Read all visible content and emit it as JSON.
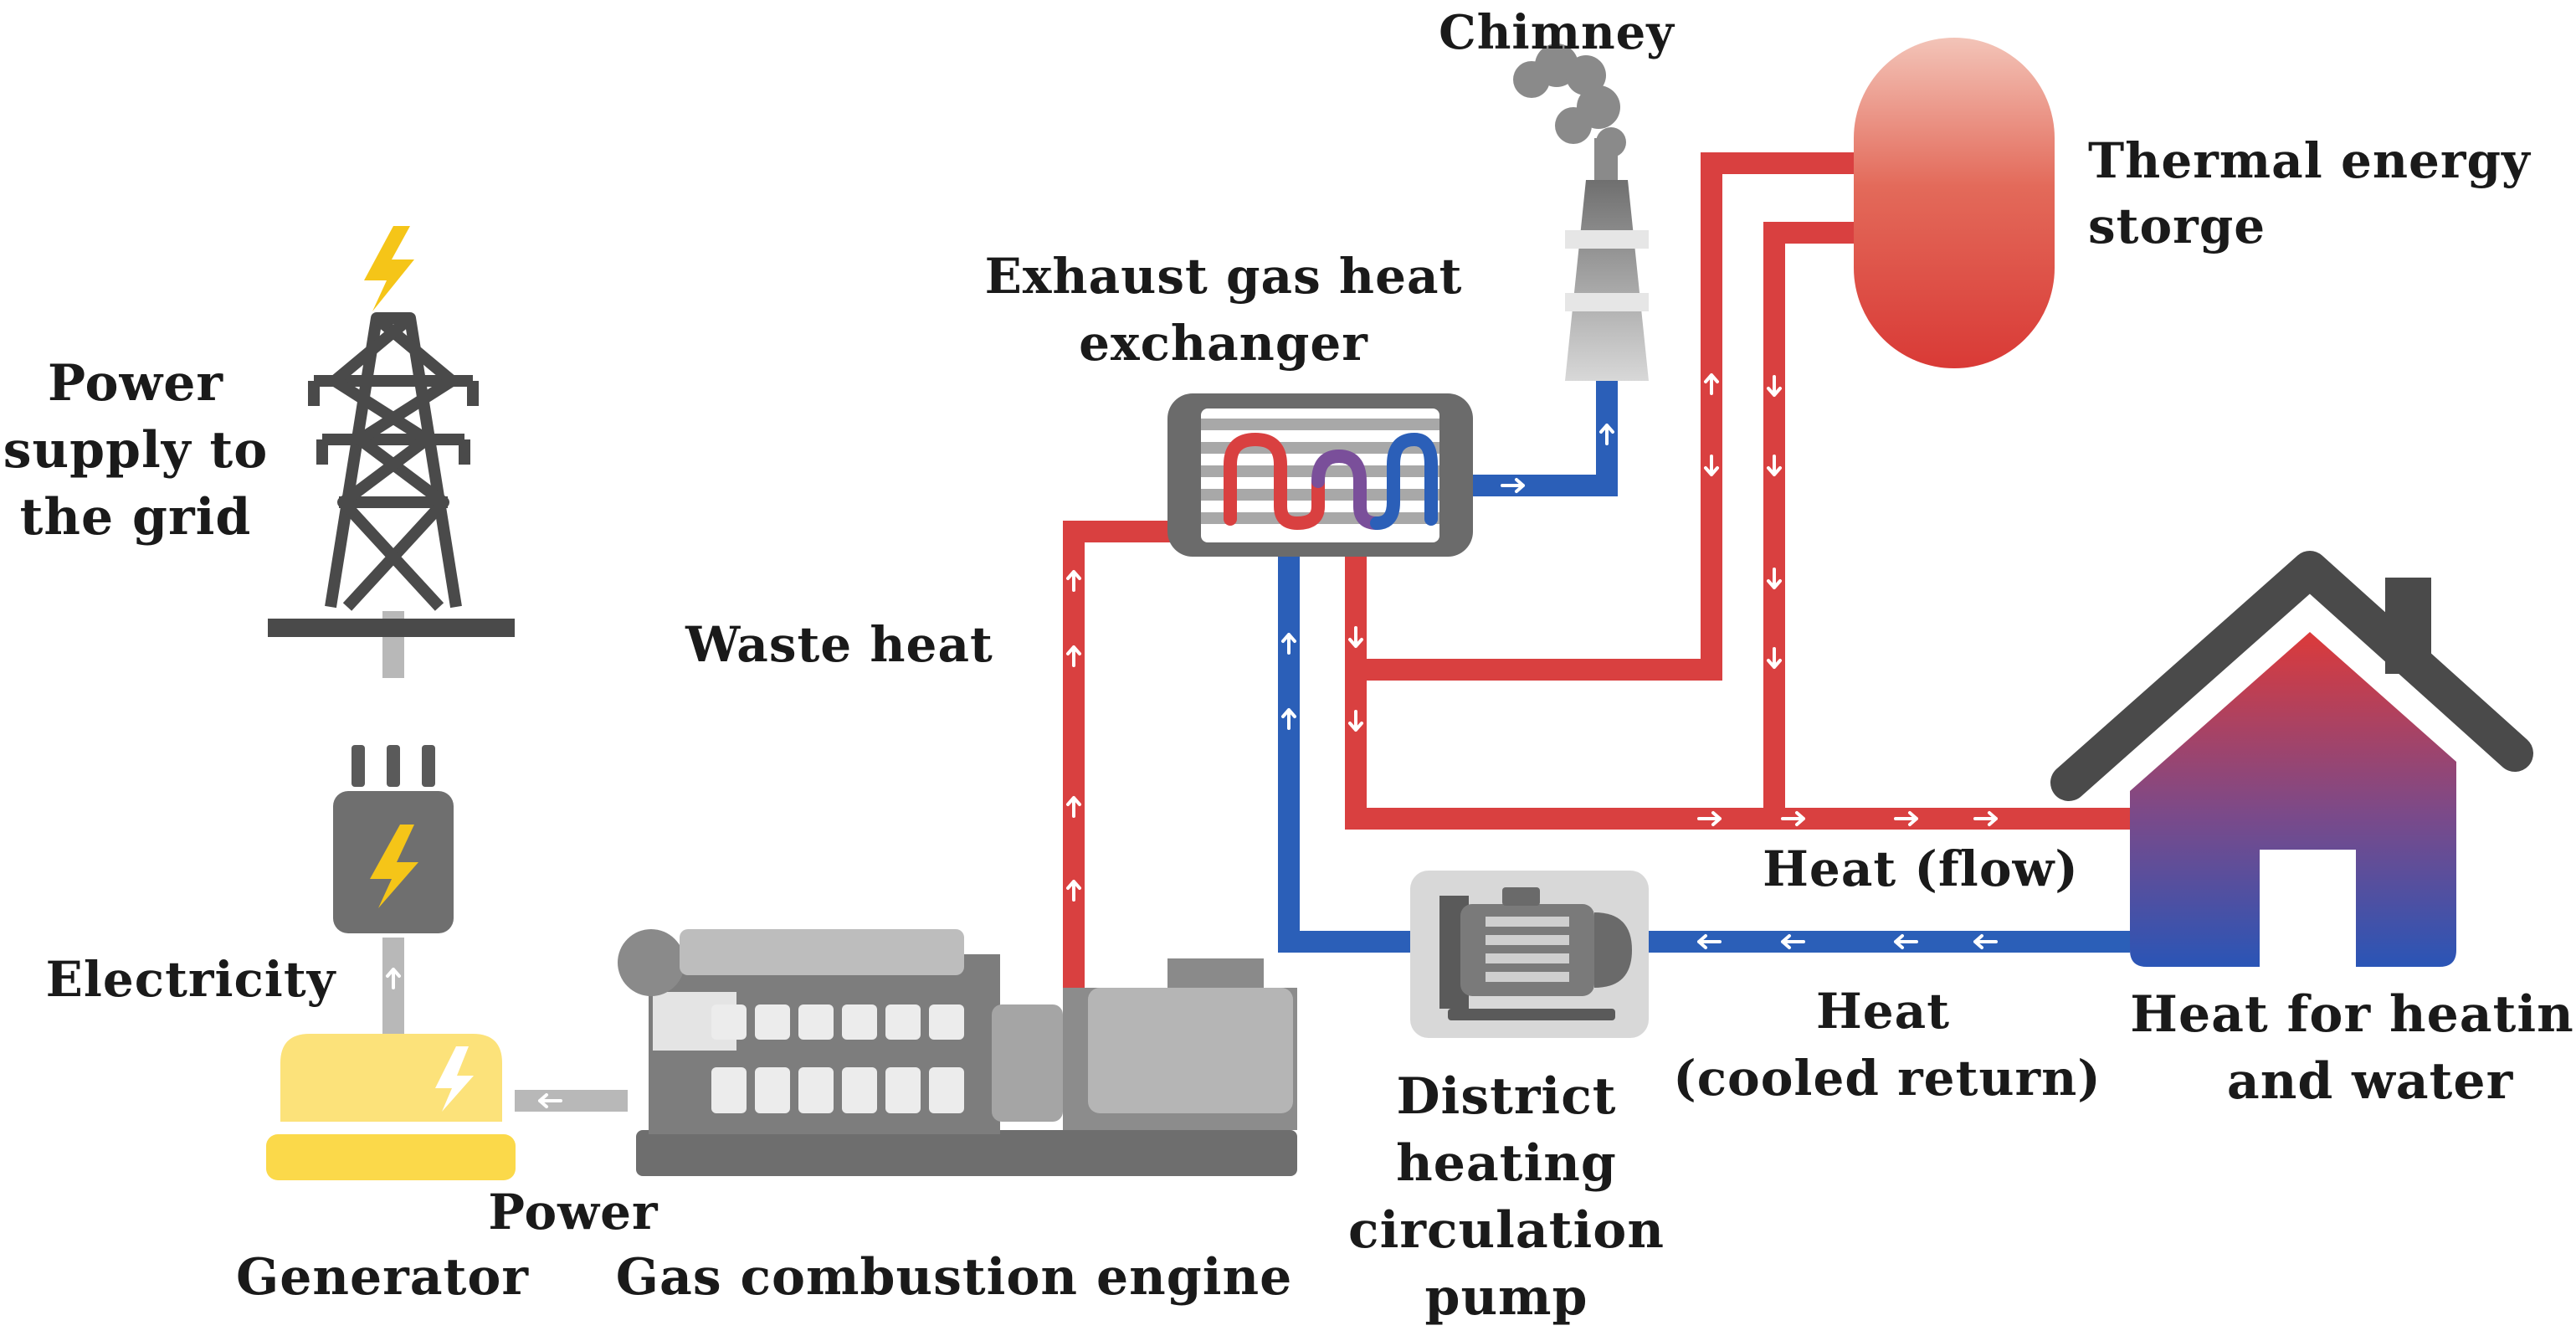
{
  "labels": {
    "chimney": "Chimney",
    "thermal_storage_line1": "Thermal energy",
    "thermal_storage_line2": "storge",
    "exchanger_line1": "Exhaust gas heat",
    "exchanger_line2": "exchanger",
    "grid_line1": "Power",
    "grid_line2": "supply to",
    "grid_line3": "the grid",
    "waste_heat": "Waste heat",
    "electricity": "Electricity",
    "power": "Power",
    "generator": "Generator",
    "engine": "Gas combustion engine",
    "pump_line1": "District",
    "pump_line2": "heating",
    "pump_line3": "circulation",
    "pump_line4": "pump",
    "heat_flow": "Heat (flow)",
    "heat_return_line1": "Heat",
    "heat_return_line2": "(cooled return)",
    "house_line1": "Heat for heating",
    "house_line2": "and water"
  },
  "icons": {
    "tower": "power-tower-icon",
    "transformer": "transformer-icon",
    "generator": "generator-icon",
    "engine": "engine-icon",
    "chimney": "chimney-icon",
    "exchanger": "heat-exchanger-icon",
    "storage": "storage-tank-icon",
    "pump": "pump-icon",
    "house": "house-icon",
    "bolt": "lightning-bolt-icon"
  },
  "colors": {
    "hot_pipe": "#d94040",
    "cold_pipe": "#2b5fb8",
    "power_line": "#b8b8b8",
    "generator": "#fbd94a",
    "bolt": "#f5c518",
    "equipment_gray": "#9b9b9b",
    "dark_gray": "#4a4a4a",
    "text": "#1a1a1a"
  }
}
